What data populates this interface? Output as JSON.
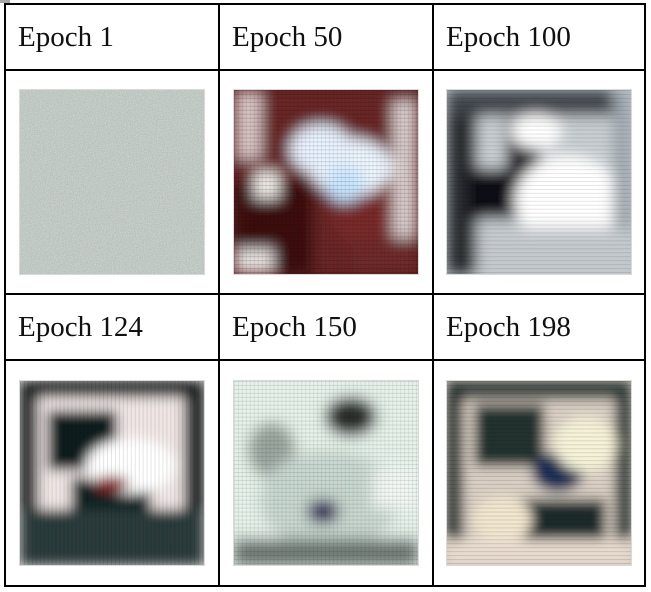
{
  "table": {
    "headers": [
      "Epoch 1",
      "Epoch 50",
      "Epoch 100",
      "Epoch 124",
      "Epoch 150",
      "Epoch 198"
    ]
  }
}
